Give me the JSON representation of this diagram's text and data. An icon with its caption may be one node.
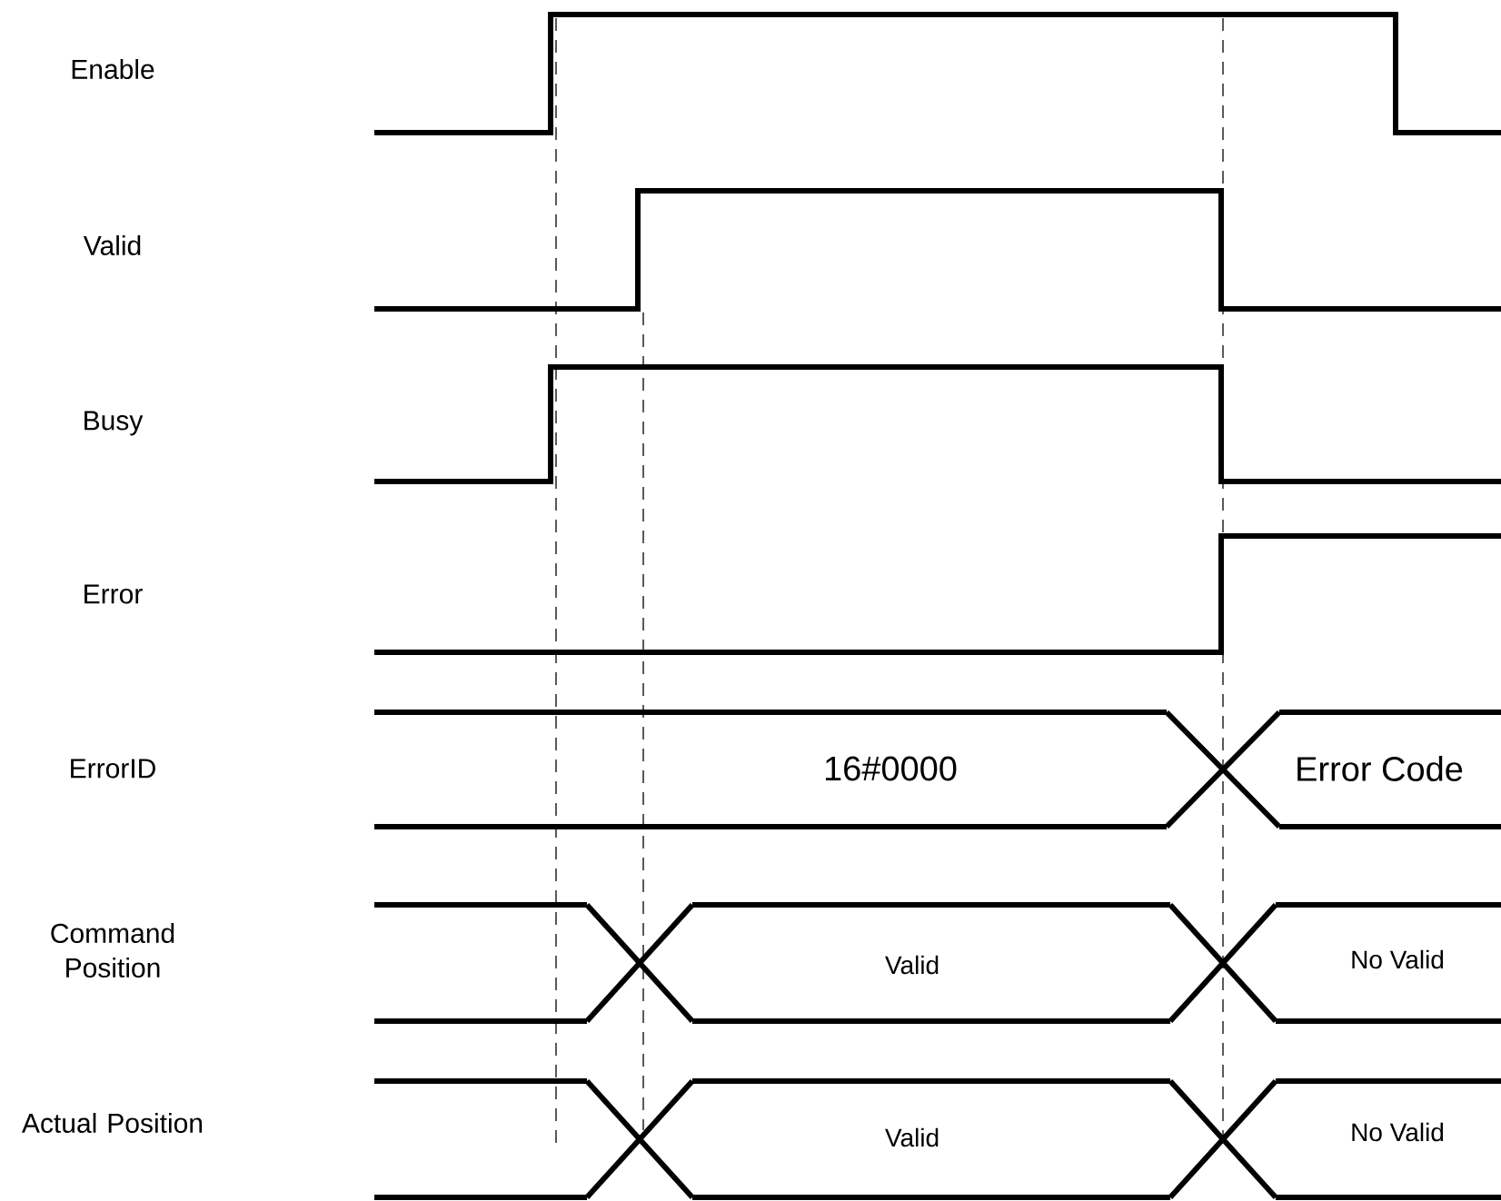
{
  "diagram": {
    "labels": [
      "Enable",
      "Valid",
      "Busy",
      "Error",
      "ErrorID",
      "16#0000",
      "Error Code",
      "Command Position",
      "Valid",
      "No Valid",
      "Actual Position",
      "Valid",
      "No Valid"
    ]
  }
}
